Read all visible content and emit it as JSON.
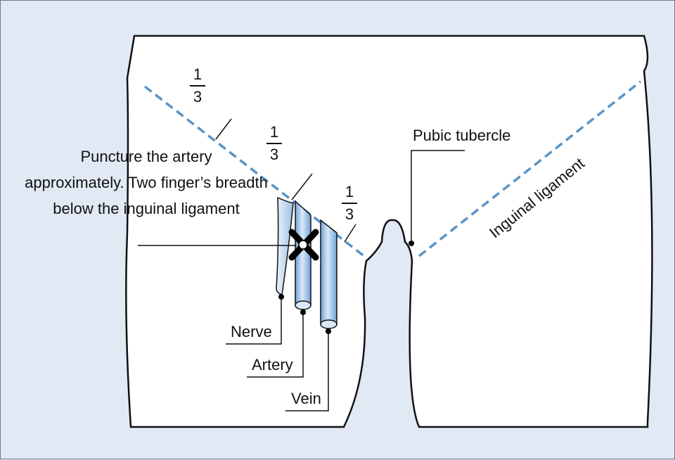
{
  "labels": {
    "puncture_line1": "Puncture the artery",
    "puncture_line2": "approximately. Two finger’s breadth",
    "puncture_line3": "below the inguinal ligament",
    "pubic_tubercle": "Pubic tubercle",
    "inguinal_ligament": "Inguinal ligament",
    "nerve": "Nerve",
    "artery": "Artery",
    "vein": "Vein"
  },
  "fractions": [
    {
      "numerator": "1",
      "denominator": "3"
    },
    {
      "numerator": "1",
      "denominator": "3"
    },
    {
      "numerator": "1",
      "denominator": "3"
    }
  ],
  "colors": {
    "background": "#e1e9f4",
    "body": "#ffffff",
    "outline": "#111111",
    "ligament_dash": "#5a94c8",
    "vessel_blue": "#8fb9e2",
    "vessel_highlight": "#dbe9f7",
    "marker": "#000000"
  },
  "icons": {
    "puncture_marker": "x-cross-icon"
  }
}
